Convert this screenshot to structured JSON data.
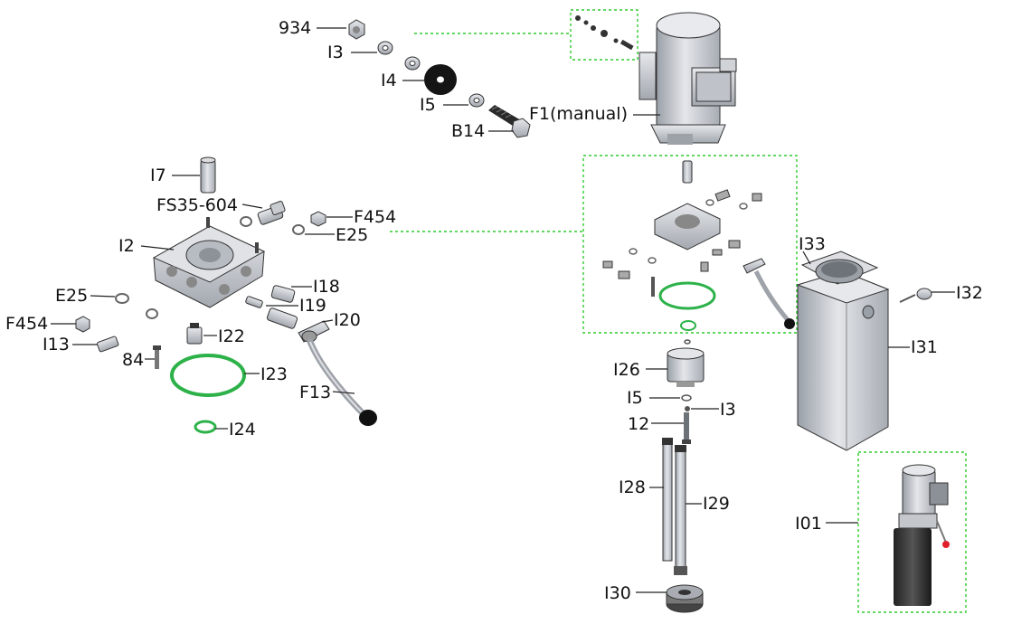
{
  "labels": {
    "l934": "934",
    "l_i3_top": "I3",
    "l_i4": "I4",
    "l_i5_top": "I5",
    "l_b14": "B14",
    "l_f1": "F1(manual)",
    "l_i7": "I7",
    "l_fs35": "FS35-604",
    "l_f454_top": "F454",
    "l_e25_right": "E25",
    "l_i2": "I2",
    "l_e25_left": "E25",
    "l_i18": "I18",
    "l_i19": "I19",
    "l_f454_left": "F454",
    "l_i20": "I20",
    "l_i13": "I13",
    "l_i22": "I22",
    "l_84": "84",
    "l_i23": "I23",
    "l_f13": "F13",
    "l_i24": "I24",
    "l_i33": "I33",
    "l_i32": "I32",
    "l_i31": "I31",
    "l_i26": "I26",
    "l_i5_mid": "I5",
    "l_i3_mid": "I3",
    "l_12": "12",
    "l_i28": "I28",
    "l_i29": "I29",
    "l_i01": "I01",
    "l_i30": "I30"
  },
  "colors": {
    "oring_green": "#2db24a",
    "dash_green": "#2ecc2e",
    "metal": "#c9ccd2",
    "dark": "#222222",
    "knob_red": "#e0202a"
  }
}
